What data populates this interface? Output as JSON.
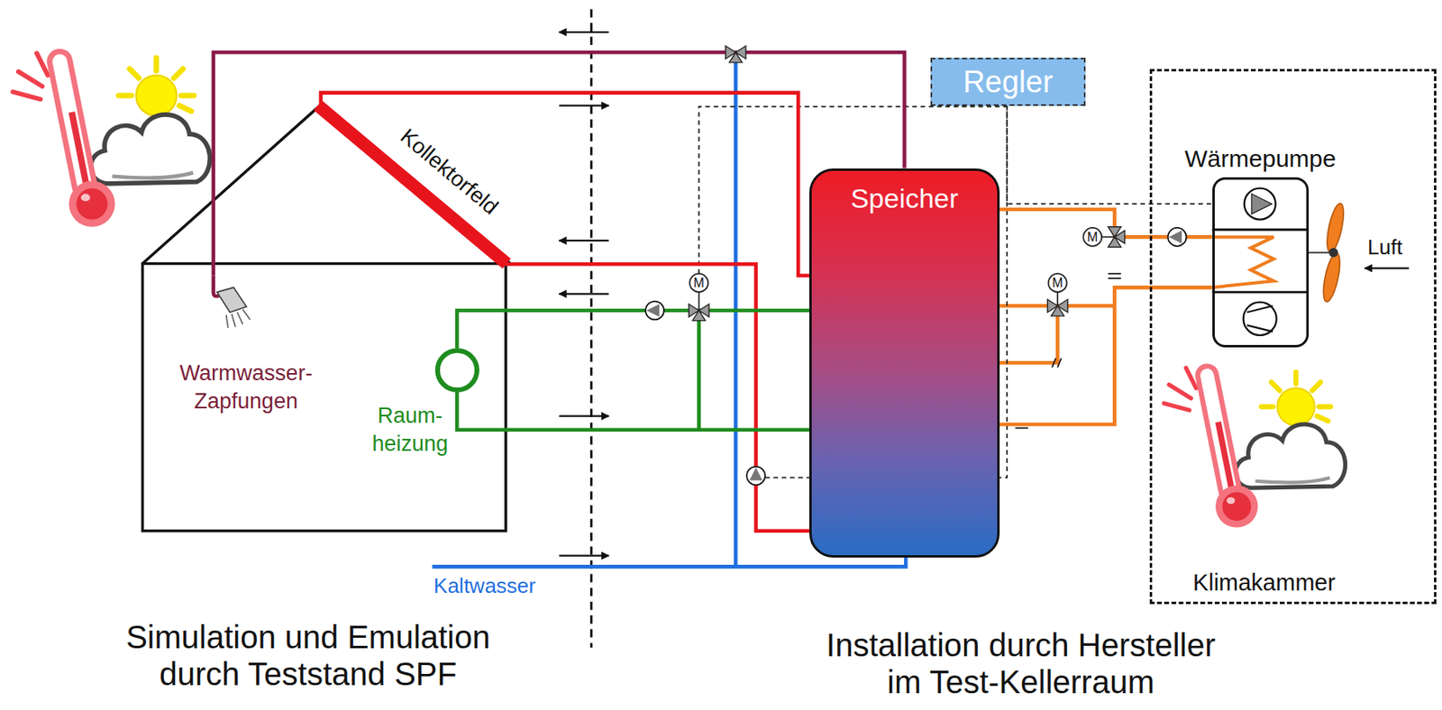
{
  "diagram": {
    "nodes": [
      {
        "text": [
          "Kollektorfeld"
        ]
      },
      {
        "text": [
          "Warmwasser- Zapfungen"
        ]
      },
      {
        "text": [
          "Raum- heizung"
        ]
      },
      {
        "text": [
          "Speicher"
        ]
      },
      {
        "text": [
          "Regler"
        ]
      },
      {
        "text": [
          "Klimakammer"
        ]
      },
      {
        "text": [
          "Wärmepumpe"
        ],
        "in": 5
      }
    ],
    "edges": [
      {
        "from": 0,
        "to": 3,
        "arrow": "none"
      },
      {
        "from": 0,
        "to": 3,
        "arrow": "none"
      },
      {
        "from": 3,
        "to": 1,
        "arrow": "none"
      },
      {
        "from": 3,
        "to": 2,
        "arrow": "none"
      },
      {
        "from": 2,
        "to": 3,
        "arrow": "none"
      },
      {
        "from": 3,
        "to": 6,
        "arrow": "none"
      },
      {
        "from": 6,
        "to": 3,
        "arrow": "none"
      },
      {
        "from": 4,
        "to": 6,
        "arrow": "none"
      }
    ],
    "labels": [
      "Kaltwasser",
      "M",
      "M",
      "M",
      "Luft",
      "Simulation und Emulation durch Teststand SPF",
      "Installation durch Hersteller im Test-Kellerraum"
    ]
  }
}
